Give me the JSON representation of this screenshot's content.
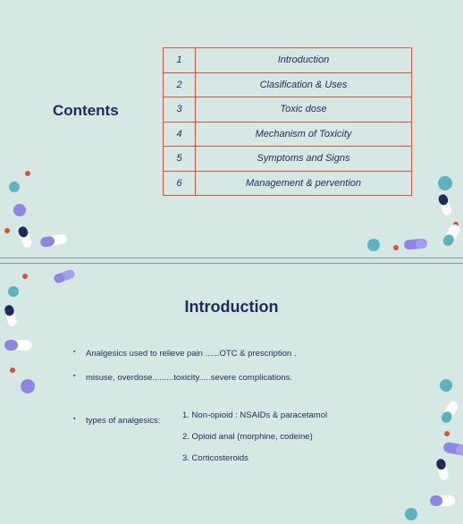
{
  "contents": {
    "title": "Contents",
    "rows": [
      {
        "num": "1",
        "label": "Introduction"
      },
      {
        "num": "2",
        "label": "Clasification &  Uses"
      },
      {
        "num": "3",
        "label": "Toxic dose"
      },
      {
        "num": "4",
        "label": "Mechanism of Toxicity"
      },
      {
        "num": "5",
        "label": "Symptoms and  Signs"
      },
      {
        "num": "6",
        "label": "Management & pervention"
      }
    ]
  },
  "introduction": {
    "title": "Introduction",
    "bullets": [
      "Analgesics used to relieve pain ......OTC &  prescription .",
      "misuse, overdose.........toxicity.....severe complications.",
      "types of analgesics:"
    ],
    "types": [
      "1. Non-opioid : NSAIDs  &  paracetamol",
      "2. Opioid anal  (morphine, codeine)",
      "3. Corticosteroids"
    ]
  },
  "colors": {
    "navy": "#1e2a5a",
    "table_border": "#d9503c",
    "background": "#d6e8e4"
  }
}
